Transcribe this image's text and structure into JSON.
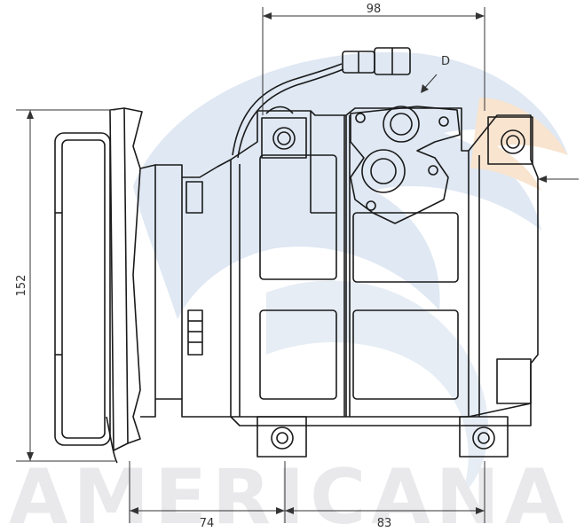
{
  "watermark": {
    "text": "AMERICANA",
    "logo": "eagle-head-logo",
    "colors": {
      "blue": "#dfe8f3",
      "orange": "#f8e4cf",
      "grey": "#e9e9ec"
    }
  },
  "dimensions": {
    "top_width": "98",
    "height": "152",
    "clutch_offset": "74",
    "mount_spacing": "83"
  },
  "annotations": {
    "port_label": "D"
  },
  "colors": {
    "line": "#1a1a1a",
    "dim": "#333333"
  }
}
